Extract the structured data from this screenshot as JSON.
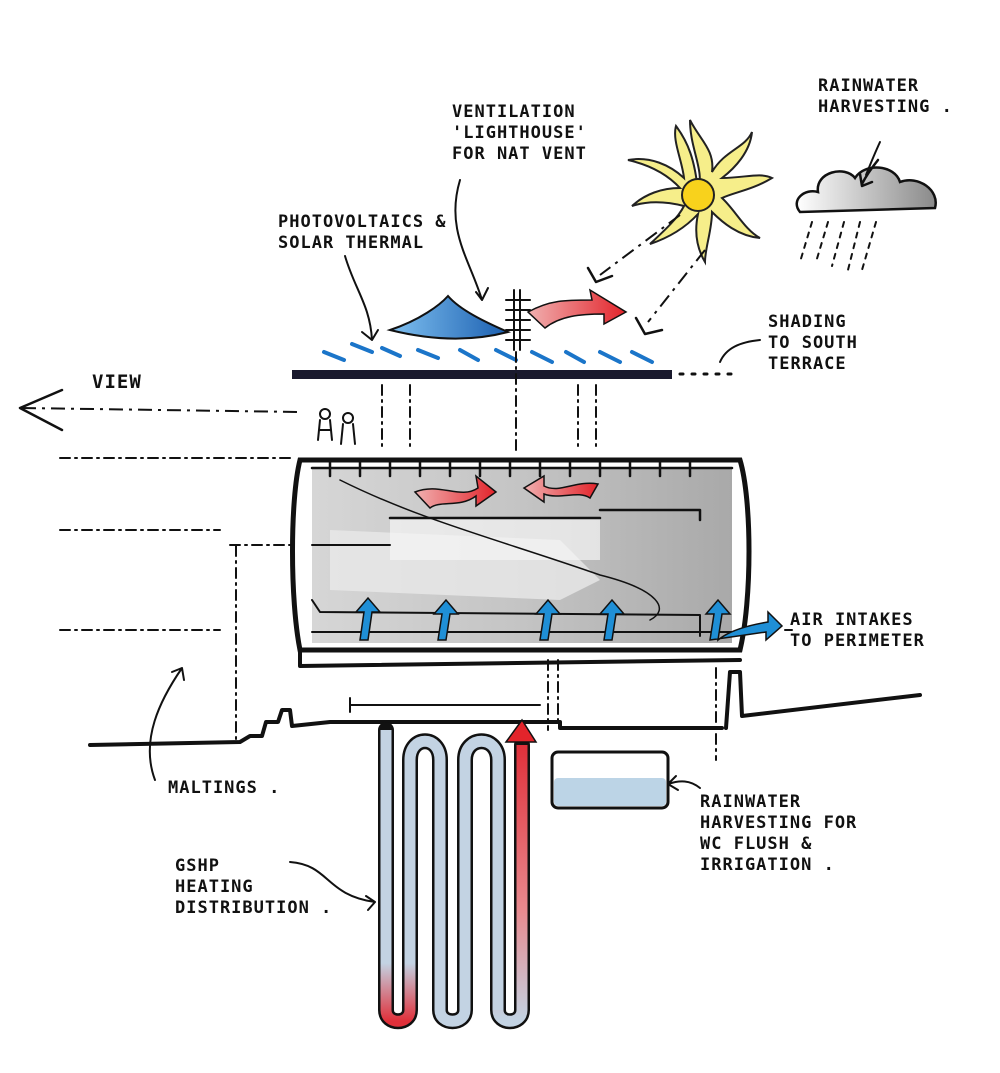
{
  "labels": {
    "rainwater_harvesting": "RAINWATER\nHARVESTING .",
    "ventilation": "VENTILATION\n'LIGHTHOUSE'\nFOR NAT VENT",
    "pv_solar": "PHOTOVOLTAICS &\nSOLAR THERMAL",
    "shading": "SHADING\nTO SOUTH\nTERRACE",
    "view": "VIEW",
    "air_intakes": "AIR INTAKES\nTO PERIMETER",
    "maltings": "MALTINGS .",
    "rainwater_wc": "RAINWATER\nHARVESTING FOR\nWC FLUSH &\nIRRIGATION .",
    "gshp": "GSHP\nHEATING\nDISTRIBUTION ."
  },
  "icons": [
    "sun-icon",
    "rain-cloud-icon",
    "people-icon",
    "airflow-arrow-icon",
    "air-intake-arrow-icon",
    "water-tank-icon"
  ],
  "colors": {
    "sun": "#f6ee8a",
    "sun_outline": "#222222",
    "warm_air": "#e3242b",
    "cool_air": "#1f8fd6",
    "pv_panel": "#1b75c9",
    "water": "#bcd4e6",
    "interior_shade": "#c9c9c9"
  }
}
